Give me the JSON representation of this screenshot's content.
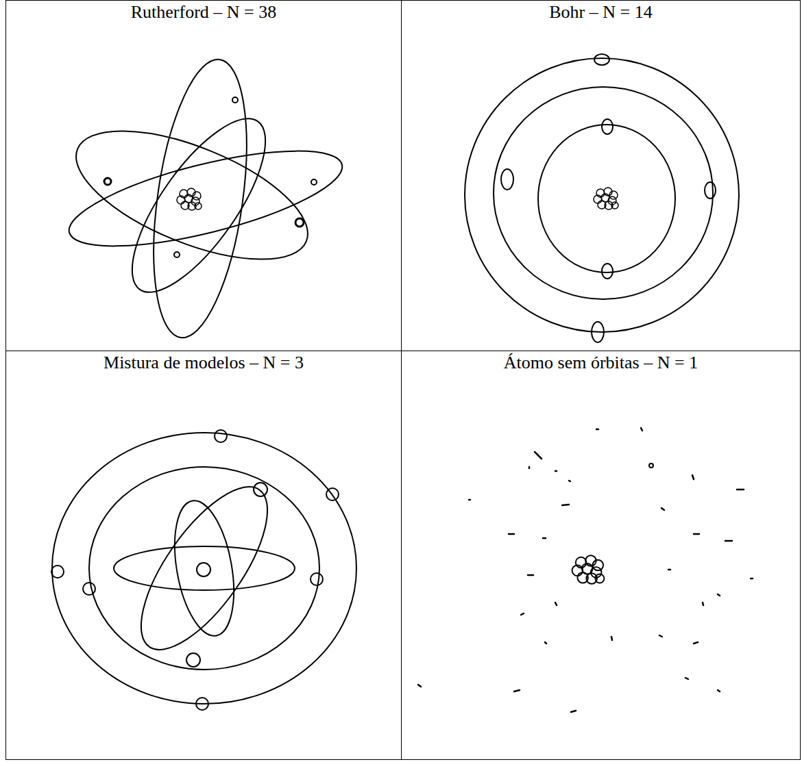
{
  "diagram": {
    "nodes": [
      {
        "text": [
          "Rutherford – N = 38"
        ]
      },
      {
        "text": [
          "Bohr – N = 14"
        ]
      },
      {
        "text": [
          "Mistura de modelos – N = 3"
        ]
      },
      {
        "text": [
          "Átomo sem órbitas – N = 1"
        ]
      }
    ]
  }
}
